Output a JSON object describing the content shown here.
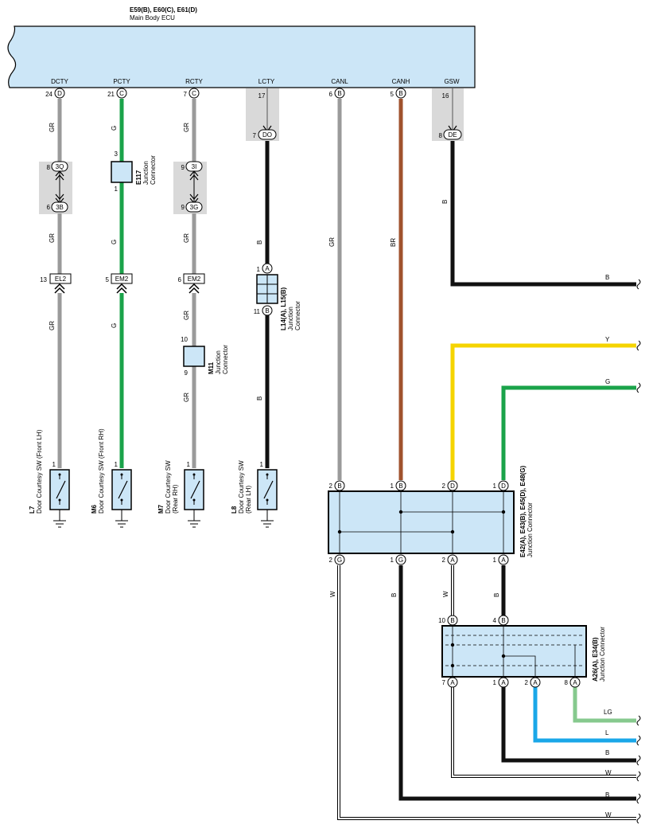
{
  "ecu": {
    "codes": "E59(B), E60(C), E61(D)",
    "name": "Main Body ECU",
    "terminals": [
      "DCTY",
      "PCTY",
      "RCTY",
      "LCTY",
      "CANL",
      "CANH",
      "GSW"
    ],
    "pins": [
      {
        "num": "24",
        "conn": "D"
      },
      {
        "num": "21",
        "conn": "C"
      },
      {
        "num": "7",
        "conn": "C"
      },
      {
        "num": "17",
        "conn": ""
      },
      {
        "num": "6",
        "conn": "B"
      },
      {
        "num": "5",
        "conn": "B"
      },
      {
        "num": "16",
        "conn": ""
      }
    ]
  },
  "colors": {
    "GR": "#9a9a9a",
    "G": "#1aa34a",
    "B": "#111111",
    "BR": "#a0522d",
    "Y": "#f5d400",
    "L": "#1aa7e8",
    "LG": "#86c98e",
    "W": "#ffffff",
    "box": "#cce6f7",
    "shade": "#d9d9d9"
  },
  "wire_labels": {
    "gr": "GR",
    "g": "G",
    "b": "B",
    "br": "BR",
    "y": "Y",
    "w": "W",
    "l": "L",
    "lg": "LG"
  },
  "inline": {
    "dcty_top": {
      "num": "8",
      "code": "3Q"
    },
    "dcty_bot": {
      "num": "6",
      "code": "3B"
    },
    "rcty_top": {
      "num": "9",
      "code": "3I"
    },
    "rcty_bot": {
      "num": "9",
      "code": "3G"
    },
    "lcty_do": {
      "num": "7",
      "code": "DO"
    },
    "gsw_de": {
      "num": "8",
      "code": "DE"
    },
    "el2": {
      "num": "13",
      "code": "EL2"
    },
    "em2a": {
      "num": "5",
      "code": "EM2"
    },
    "em2b": {
      "num": "6",
      "code": "EM2"
    }
  },
  "e117": {
    "code": "E117",
    "name": "Junction",
    "name2": "Connector",
    "pin_top": "3",
    "pin_bot": "1"
  },
  "m11": {
    "code": "M11",
    "name": "Junction",
    "name2": "Connector",
    "pin_top": "10",
    "pin_bot": "9"
  },
  "l14": {
    "code": "L14(A), L15(B)",
    "name": "Junction",
    "name2": "Connector",
    "pin_top": "1",
    "conn_top": "A",
    "pin_bot": "11",
    "conn_bot": "B"
  },
  "switches": [
    {
      "code": "L7",
      "name": "Door Courtesy SW (Front LH)",
      "name2": "",
      "pin": "1"
    },
    {
      "code": "M6",
      "name": "Door Courtesy SW (Front RH)",
      "name2": "",
      "pin": "1"
    },
    {
      "code": "M7",
      "name": "Door Courtesy SW",
      "name2": "(Rear RH)",
      "pin": "1"
    },
    {
      "code": "L8",
      "name": "Door Courtesy SW",
      "name2": "(Rear LH)",
      "pin": "1"
    }
  ],
  "jc1": {
    "codes": "E42(A), E43(B), E45(D), E48(G)",
    "name": "Junction Connector",
    "top_pins": [
      {
        "num": "2",
        "conn": "B"
      },
      {
        "num": "1",
        "conn": "B"
      },
      {
        "num": "2",
        "conn": "D"
      },
      {
        "num": "1",
        "conn": "D"
      }
    ],
    "bot_pins": [
      {
        "num": "2",
        "conn": "G"
      },
      {
        "num": "1",
        "conn": "G"
      },
      {
        "num": "2",
        "conn": "A"
      },
      {
        "num": "1",
        "conn": "A"
      }
    ]
  },
  "jc2": {
    "codes": "A26(A), E34(B)",
    "name": "Junction Connector",
    "top_pins": [
      {
        "num": "10",
        "conn": "B"
      },
      {
        "num": "4",
        "conn": "B"
      }
    ],
    "bot_pins": [
      {
        "num": "7",
        "conn": "A"
      },
      {
        "num": "1",
        "conn": "A"
      },
      {
        "num": "2",
        "conn": "A"
      },
      {
        "num": "8",
        "conn": "A"
      }
    ]
  }
}
